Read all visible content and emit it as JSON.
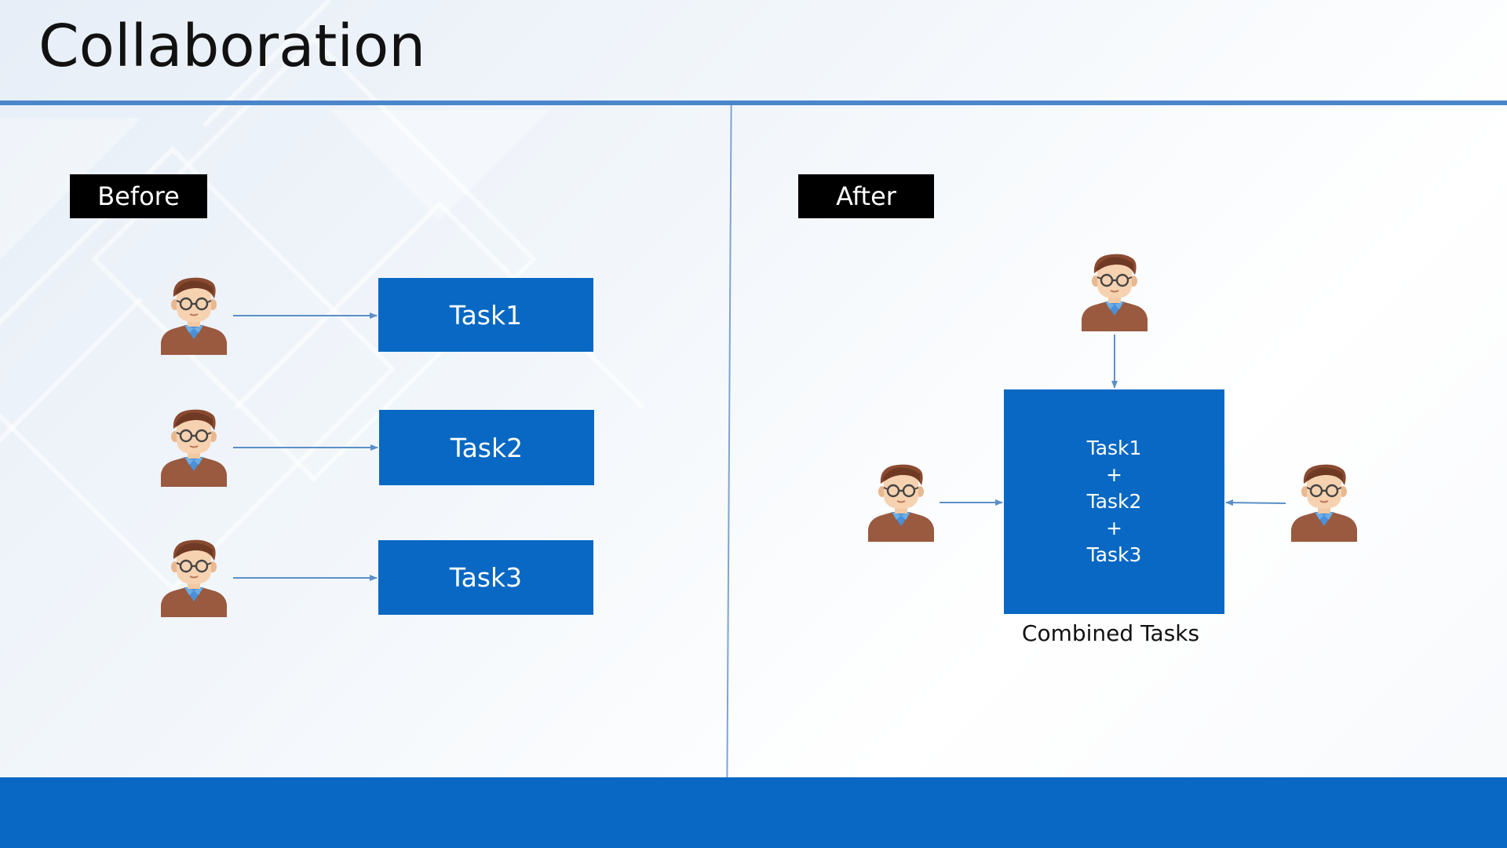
{
  "slide": {
    "title": "Collaboration"
  },
  "before": {
    "label": "Before",
    "tasks": [
      "Task1",
      "Task2",
      "Task3"
    ]
  },
  "after": {
    "label": "After",
    "combined_lines": [
      "Task1",
      "+",
      "Task2",
      "+",
      "Task3"
    ],
    "caption": "Combined Tasks"
  },
  "colors": {
    "accent_blue": "#0868c3",
    "rule_blue": "#4a86c9",
    "arrow_blue": "#5b8fc8",
    "label_black": "#000000"
  },
  "icons": {
    "person": "person-with-glasses-icon"
  }
}
